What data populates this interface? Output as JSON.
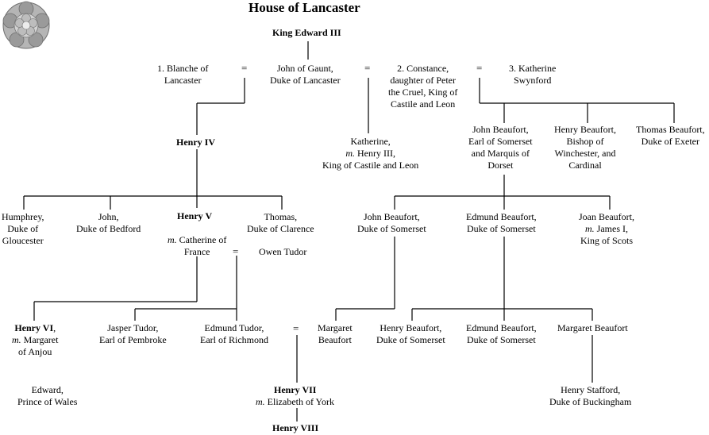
{
  "title": "House of Lancaster",
  "colors": {
    "line": "#000000",
    "rose": "#b5b5b5",
    "rose_dark": "#777777"
  },
  "icons": {
    "emblem": "tudor-rose-icon"
  },
  "equals": "=",
  "nodes": {
    "edward3": "King Edward III",
    "blanche": [
      "1. Blanche of",
      "Lancaster"
    ],
    "gaunt": [
      "John of Gaunt,",
      "Duke of Lancaster"
    ],
    "constance": [
      "2. Constance,",
      "daughter of Peter",
      "the Cruel, King of",
      "Castile and Leon"
    ],
    "katherine_s": [
      "3. Katherine",
      "Swynford"
    ],
    "henry4": "Henry IV",
    "katherine": {
      "name": "Katherine,",
      "m": "m.",
      "spouse": " Henry III,",
      "line3": "King of Castile and Leon"
    },
    "john_beaufort1": [
      "John Beaufort,",
      "Earl of Somerset",
      "and Marquis of",
      "Dorset"
    ],
    "henry_beaufort_card": [
      "Henry Beaufort,",
      "Bishop of",
      "Winchester, and",
      "Cardinal"
    ],
    "thomas_beaufort": [
      "Thomas Beaufort,",
      "Duke of Exeter"
    ],
    "humphrey": [
      "Humphrey,",
      "Duke of",
      "Gloucester"
    ],
    "john_bedford": [
      "John,",
      "Duke of Bedford"
    ],
    "henry5": "Henry V",
    "henry5_m": "m.",
    "henry5_spouse": [
      " Catherine of",
      "France"
    ],
    "thomas_clarence": [
      "Thomas,",
      "Duke of Clarence"
    ],
    "owen": "Owen Tudor",
    "john_beaufort2": [
      "John Beaufort,",
      "Duke of Somerset"
    ],
    "edmund_beaufort1": [
      "Edmund Beaufort,",
      "Duke of Somerset"
    ],
    "joan_beaufort": {
      "l1": "Joan Beaufort,",
      "m": "m.",
      "spouse": " James I,",
      "l3": "King of Scots"
    },
    "henry6": {
      "name": "Henry VI",
      "comma": ",",
      "m": "m.",
      "spouse": " Margaret",
      "l3": "of Anjou"
    },
    "jasper": [
      "Jasper Tudor,",
      "Earl of Pembroke"
    ],
    "edmund_tudor": [
      "Edmund Tudor,",
      "Earl of Richmond"
    ],
    "margaret_b": [
      "Margaret",
      "Beaufort"
    ],
    "henry_beaufort2": [
      "Henry Beaufort,",
      "Duke of Somerset"
    ],
    "edmund_beaufort2": [
      "Edmund Beaufort,",
      "Duke of Somerset"
    ],
    "margaret_b2": "Margaret Beaufort",
    "edward_wales": [
      "Edward,",
      "Prince of Wales"
    ],
    "henry7": "Henry VII",
    "henry7_m": "m.",
    "henry7_spouse": " Elizabeth of York",
    "henry_stafford": [
      "Henry Stafford,",
      "Duke of Buckingham"
    ],
    "henry8": "Henry VIII"
  }
}
